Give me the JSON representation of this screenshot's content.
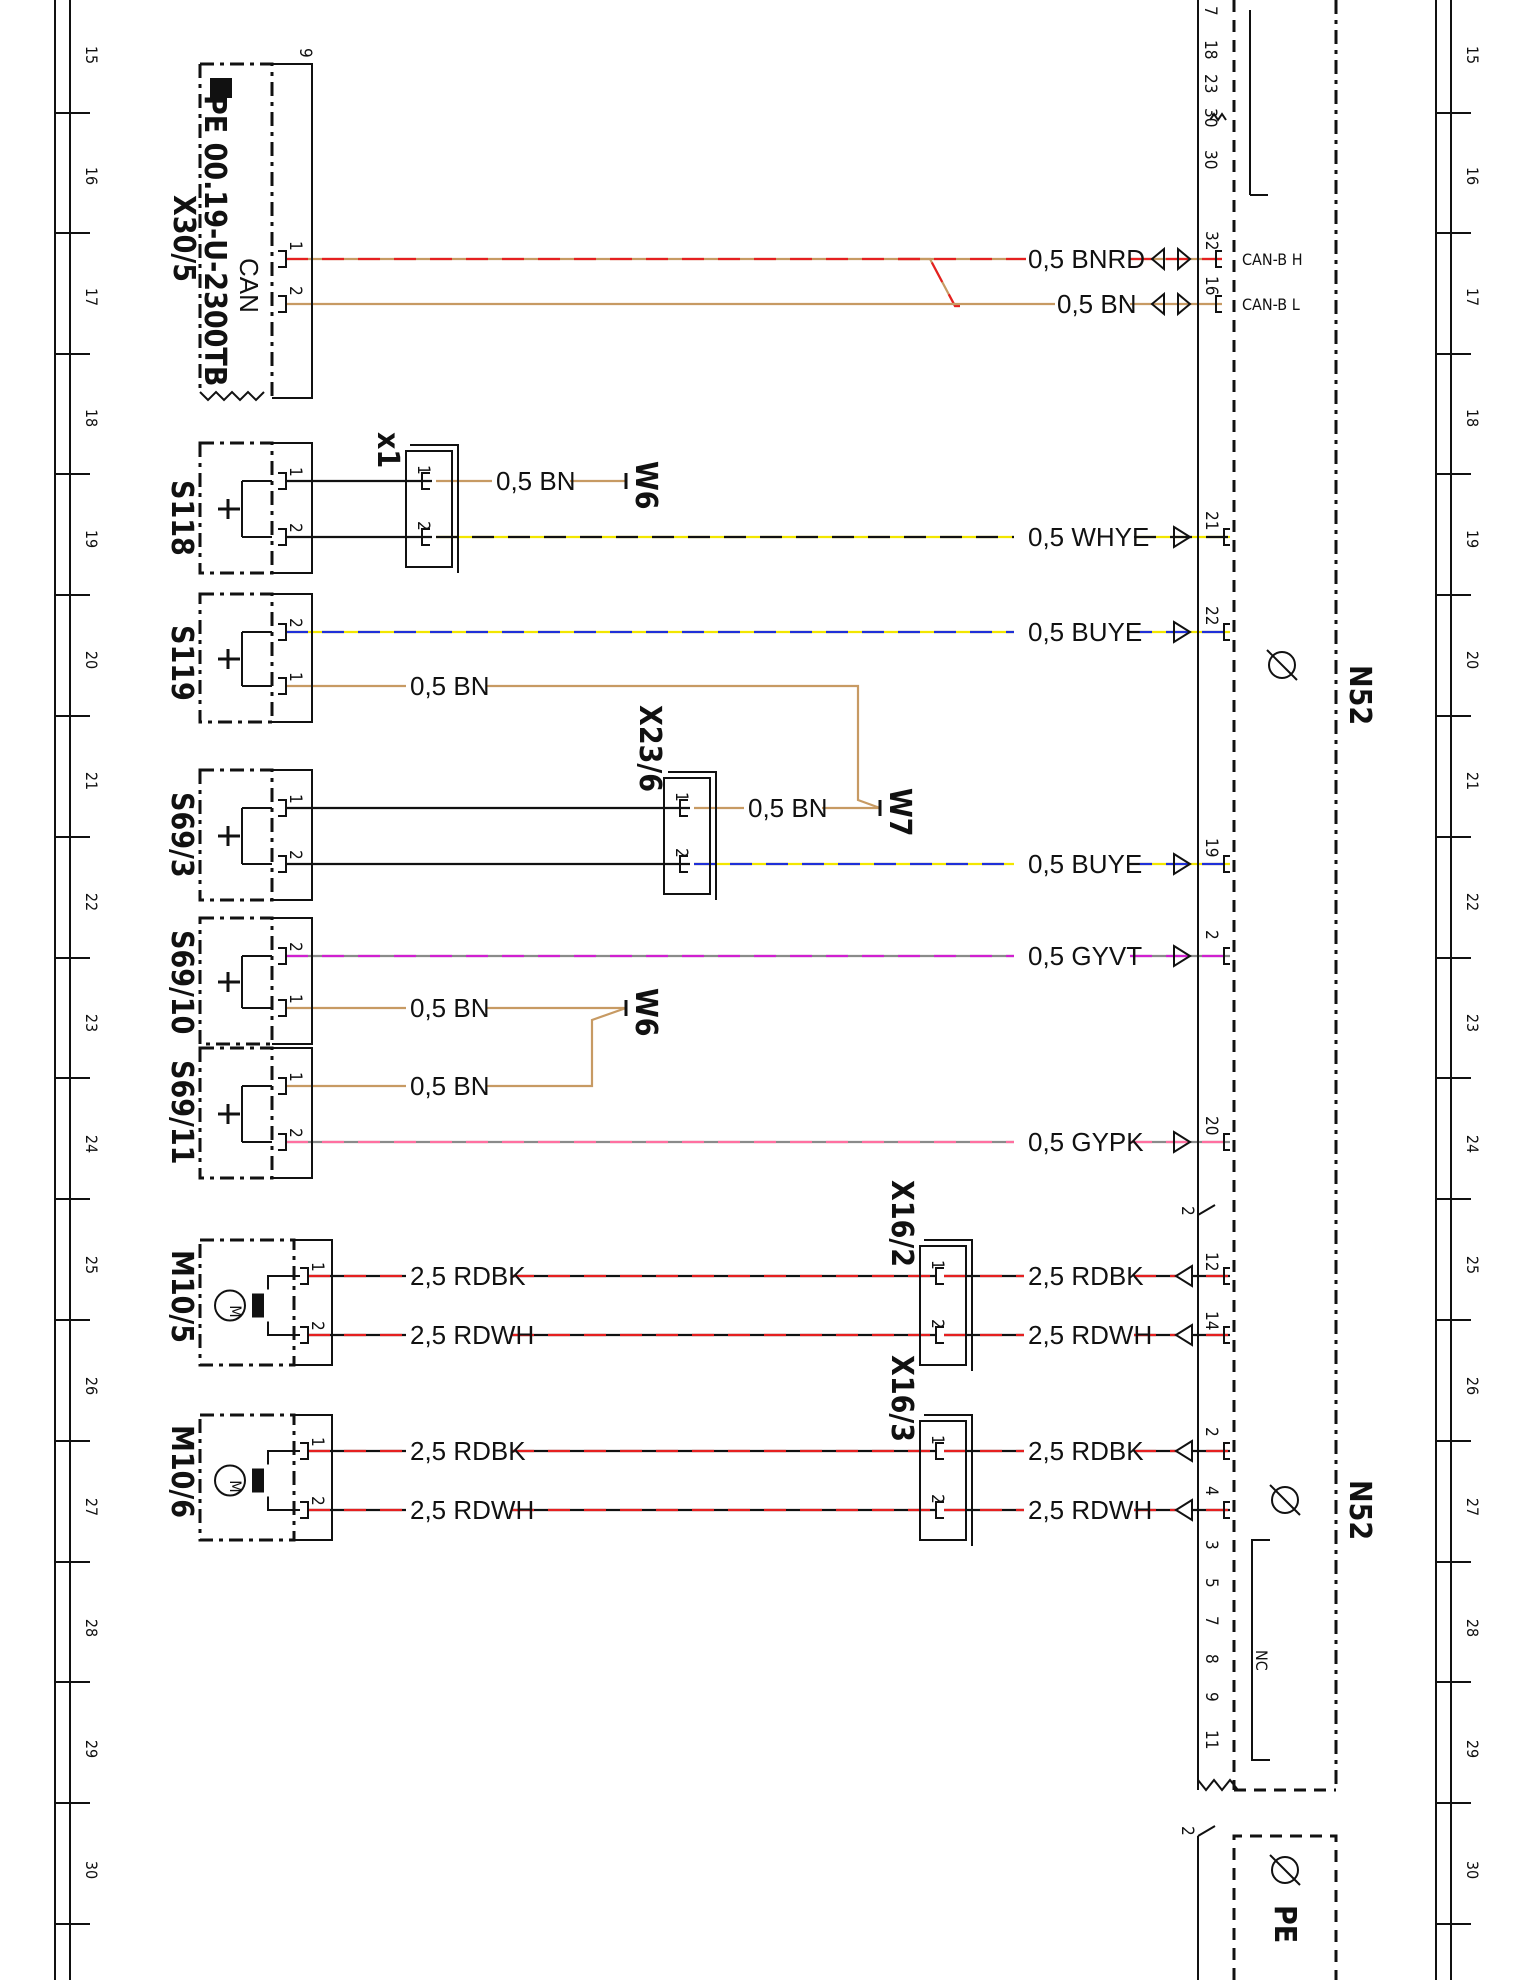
{
  "rulers": {
    "numbers": [
      "15",
      "16",
      "17",
      "18",
      "19",
      "20",
      "21",
      "22",
      "23",
      "24",
      "25",
      "26",
      "27",
      "28",
      "29",
      "30"
    ]
  },
  "connector_x30": {
    "name": "X30/5",
    "doc_ref": "PE 00.19-U-2300TB",
    "bus": "CAN",
    "sheet_ref": "9",
    "pins": [
      "1",
      "2"
    ]
  },
  "module": {
    "name": "N52",
    "top_pins": [
      "7",
      "18",
      "23",
      "30"
    ],
    "can_pins": [
      "32",
      "16"
    ],
    "can_labels": [
      "CAN-B H",
      "CAN-B L"
    ],
    "side_pins": [
      "21",
      "22",
      "19",
      "2",
      "20"
    ],
    "lower_section_ref": "2",
    "lower_pins": [
      "12",
      "14",
      "2",
      "4"
    ],
    "nc_pins": [
      "3",
      "5",
      "7",
      "8",
      "9",
      "11"
    ],
    "nc_label": "NC",
    "bottom_ref": "2",
    "bottom_doc": "PE"
  },
  "switches": [
    {
      "name": "S118",
      "pins": [
        "1",
        "2"
      ]
    },
    {
      "name": "S119",
      "pins": [
        "2",
        "1"
      ]
    },
    {
      "name": "S69/3",
      "pins": [
        "1",
        "2"
      ]
    },
    {
      "name": "S69/10",
      "pins": [
        "2",
        "1"
      ]
    },
    {
      "name": "S69/11",
      "pins": [
        "1",
        "2"
      ]
    }
  ],
  "motors": [
    {
      "name": "M10/5",
      "pins": [
        "1",
        "2"
      ]
    },
    {
      "name": "M10/6",
      "pins": [
        "1",
        "2"
      ]
    }
  ],
  "connectors": [
    {
      "name": "x1",
      "pins": [
        "1",
        "2"
      ]
    },
    {
      "name": "X23/6",
      "pins": [
        "1",
        "2"
      ]
    },
    {
      "name": "X16/2",
      "pins": [
        "1",
        "2"
      ]
    },
    {
      "name": "X16/3",
      "pins": [
        "1",
        "2"
      ]
    }
  ],
  "grounds": [
    "W6",
    "W7",
    "W6"
  ],
  "wires": [
    {
      "label": "0,5 BNRD",
      "colors": [
        "#c79a63",
        "#e52020"
      ]
    },
    {
      "label": "0,5 BN",
      "colors": [
        "#c79a63"
      ]
    },
    {
      "label": "0,5 BN",
      "colors": [
        "#c79a63"
      ]
    },
    {
      "label": "0,5 WHYE",
      "colors": [
        "#f2e600",
        "#111111"
      ]
    },
    {
      "label": "0,5 BUYE",
      "colors": [
        "#f2e600",
        "#1f2fd8"
      ]
    },
    {
      "label": "0,5 BN",
      "colors": [
        "#c79a63"
      ]
    },
    {
      "label": "0,5 BN",
      "colors": [
        "#c79a63"
      ]
    },
    {
      "label": "0,5 BUYE",
      "colors": [
        "#f2e600",
        "#1f2fd8"
      ]
    },
    {
      "label": "0,5 GYVT",
      "colors": [
        "#8a8a8a",
        "#d020d0"
      ]
    },
    {
      "label": "0,5 BN",
      "colors": [
        "#c79a63"
      ]
    },
    {
      "label": "0,5 BN",
      "colors": [
        "#c79a63"
      ]
    },
    {
      "label": "0,5 GYPK",
      "colors": [
        "#8a8a8a",
        "#ff70a0"
      ]
    },
    {
      "label": "2,5 RDBK",
      "colors": [
        "#111111",
        "#e52020"
      ]
    },
    {
      "label": "2,5 RDBK",
      "colors": [
        "#111111",
        "#e52020"
      ]
    },
    {
      "label": "2,5 RDWH",
      "colors": [
        "#111111",
        "#e52020"
      ]
    },
    {
      "label": "2,5 RDWH",
      "colors": [
        "#111111",
        "#e52020"
      ]
    },
    {
      "label": "2,5 RDBK",
      "colors": [
        "#111111",
        "#e52020"
      ]
    },
    {
      "label": "2,5 RDBK",
      "colors": [
        "#111111",
        "#e52020"
      ]
    },
    {
      "label": "2,5 RDWH",
      "colors": [
        "#111111",
        "#e52020"
      ]
    },
    {
      "label": "2,5 RDWH",
      "colors": [
        "#111111",
        "#e52020"
      ]
    }
  ]
}
